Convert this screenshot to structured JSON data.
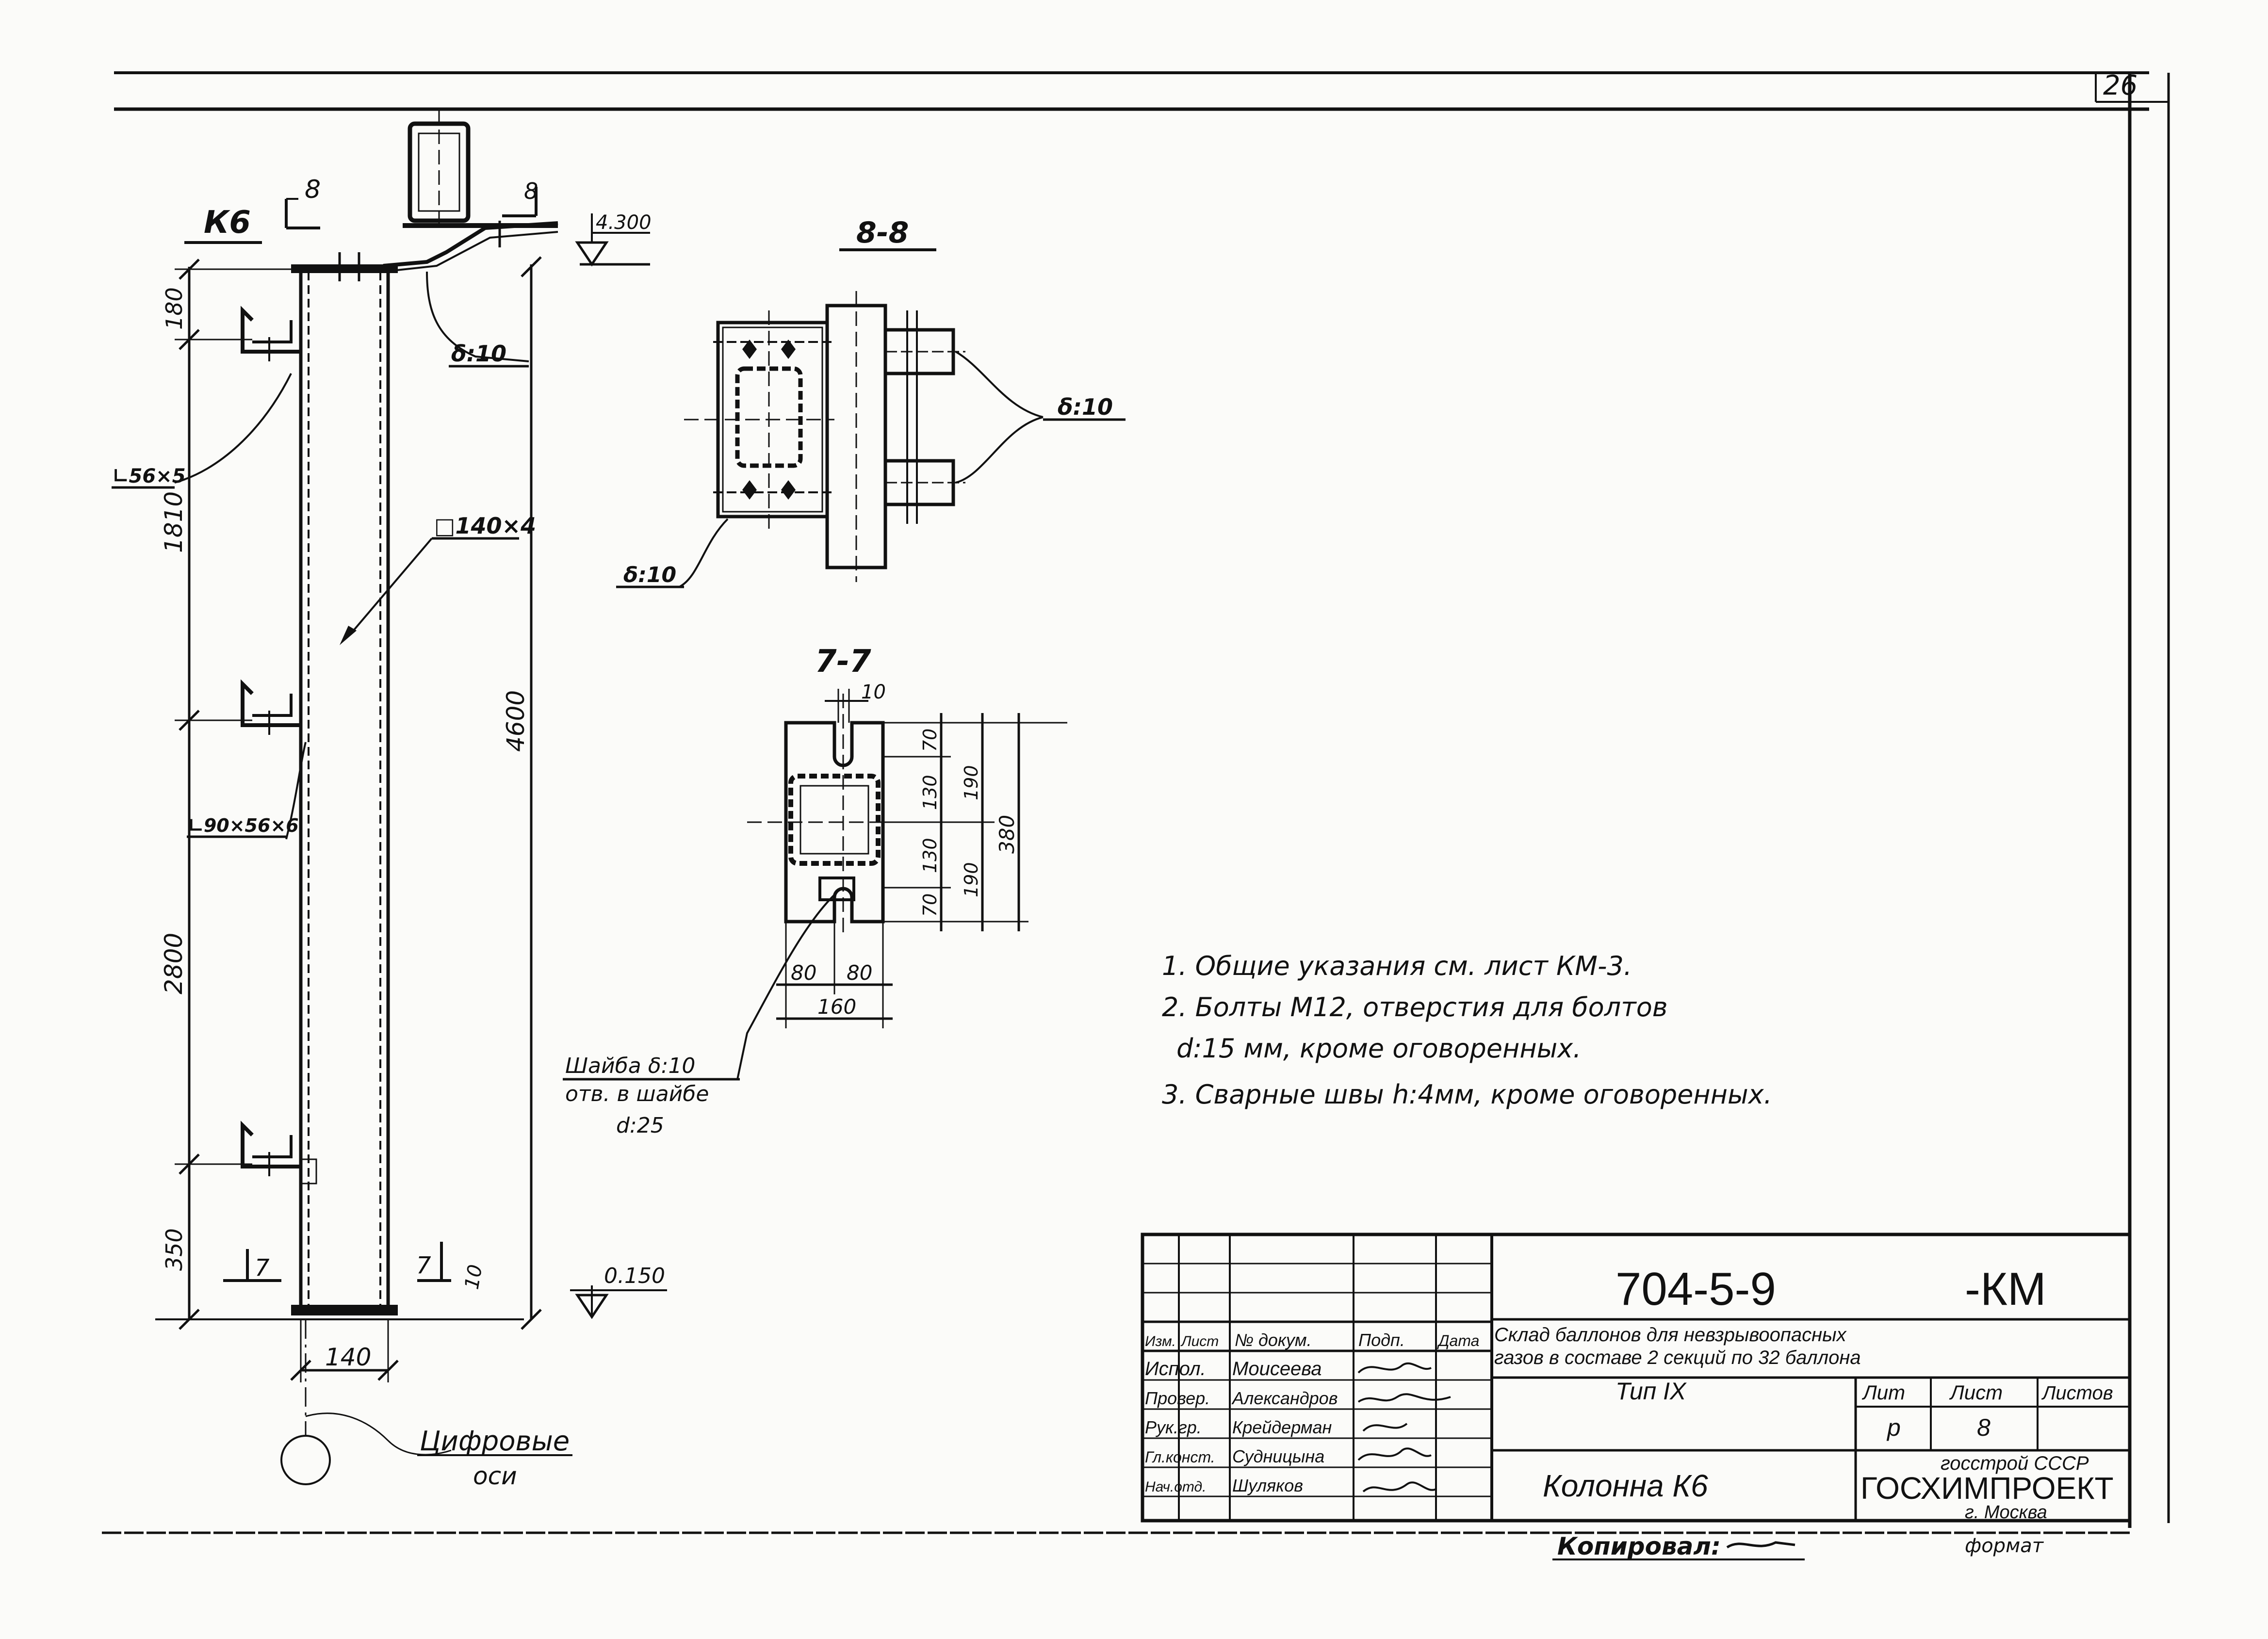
{
  "sheet": {
    "sheet_number": "26"
  },
  "column_view": {
    "label": "К6",
    "section_mark_top": "8",
    "elev_top": "4.300",
    "elev_bottom": "0.150",
    "dims_left": [
      "180",
      "1810",
      "2800",
      "350"
    ],
    "dim_total": "4600",
    "dim_width": "140",
    "weld_thick": "δ:10",
    "pipe": "□140×4",
    "angle_bracket": "∟56×5",
    "angle_lower": "∟90×56×6",
    "mark_bottom_left": "7",
    "mark_bottom_right": "7",
    "dim_10": "10",
    "axis_label_1": "Цифровые",
    "axis_label_2": "оси"
  },
  "section_88": {
    "title": "8-8",
    "weld_right": "δ:10",
    "weld_left": "δ:10"
  },
  "section_77": {
    "title": "7-7",
    "dim_top_slot": "10",
    "dims_right_inner": [
      "70",
      "130",
      "130",
      "70"
    ],
    "dims_right_mid": [
      "190",
      "190"
    ],
    "dim_right_total": "380",
    "dims_bottom": [
      "80",
      "80"
    ],
    "dim_bottom_total": "160",
    "washer_label_1": "Шайба δ:10",
    "washer_label_2": "отв. в шайбе",
    "washer_label_3": "d:25"
  },
  "notes": [
    "1. Общие указания см. лист КМ-3.",
    "2. Болты М12, отверстия для болтов",
    "d:15 мм, кроме оговоренных.",
    "3. Сварные швы h:4мм, кроме оговоренных."
  ],
  "title_block": {
    "code": "704-5-9",
    "suffix": "-КМ",
    "project_line1": "Склад баллонов для невзрывоопасных",
    "project_line2": "газов в составе 2 секций по 32 баллона",
    "type": "Тип IX",
    "drawing_name": "Колонна К6",
    "lit_header": "Лит",
    "sheet_header": "Лист",
    "sheets_header": "Листов",
    "lit_value": "р",
    "sheet_value": "8",
    "org1": "госстрой СССР",
    "org2": "ГОСХИМПРОЕКТ",
    "org3": "г. Москва",
    "col_headers": [
      "Изм.",
      "Лист",
      "№ докум.",
      "Подп.",
      "Дата"
    ],
    "staff": [
      {
        "role": "Испол.",
        "name": "Моисеева"
      },
      {
        "role": "Провер.",
        "name": "Александров"
      },
      {
        "role": "Рук.гр.",
        "name": "Крейдерман"
      },
      {
        "role": "Гл.конст.",
        "name": "Судницына"
      },
      {
        "role": "Нач.отд.",
        "name": "Шуляков"
      }
    ],
    "copied": "Копировал:",
    "format": "формат"
  }
}
